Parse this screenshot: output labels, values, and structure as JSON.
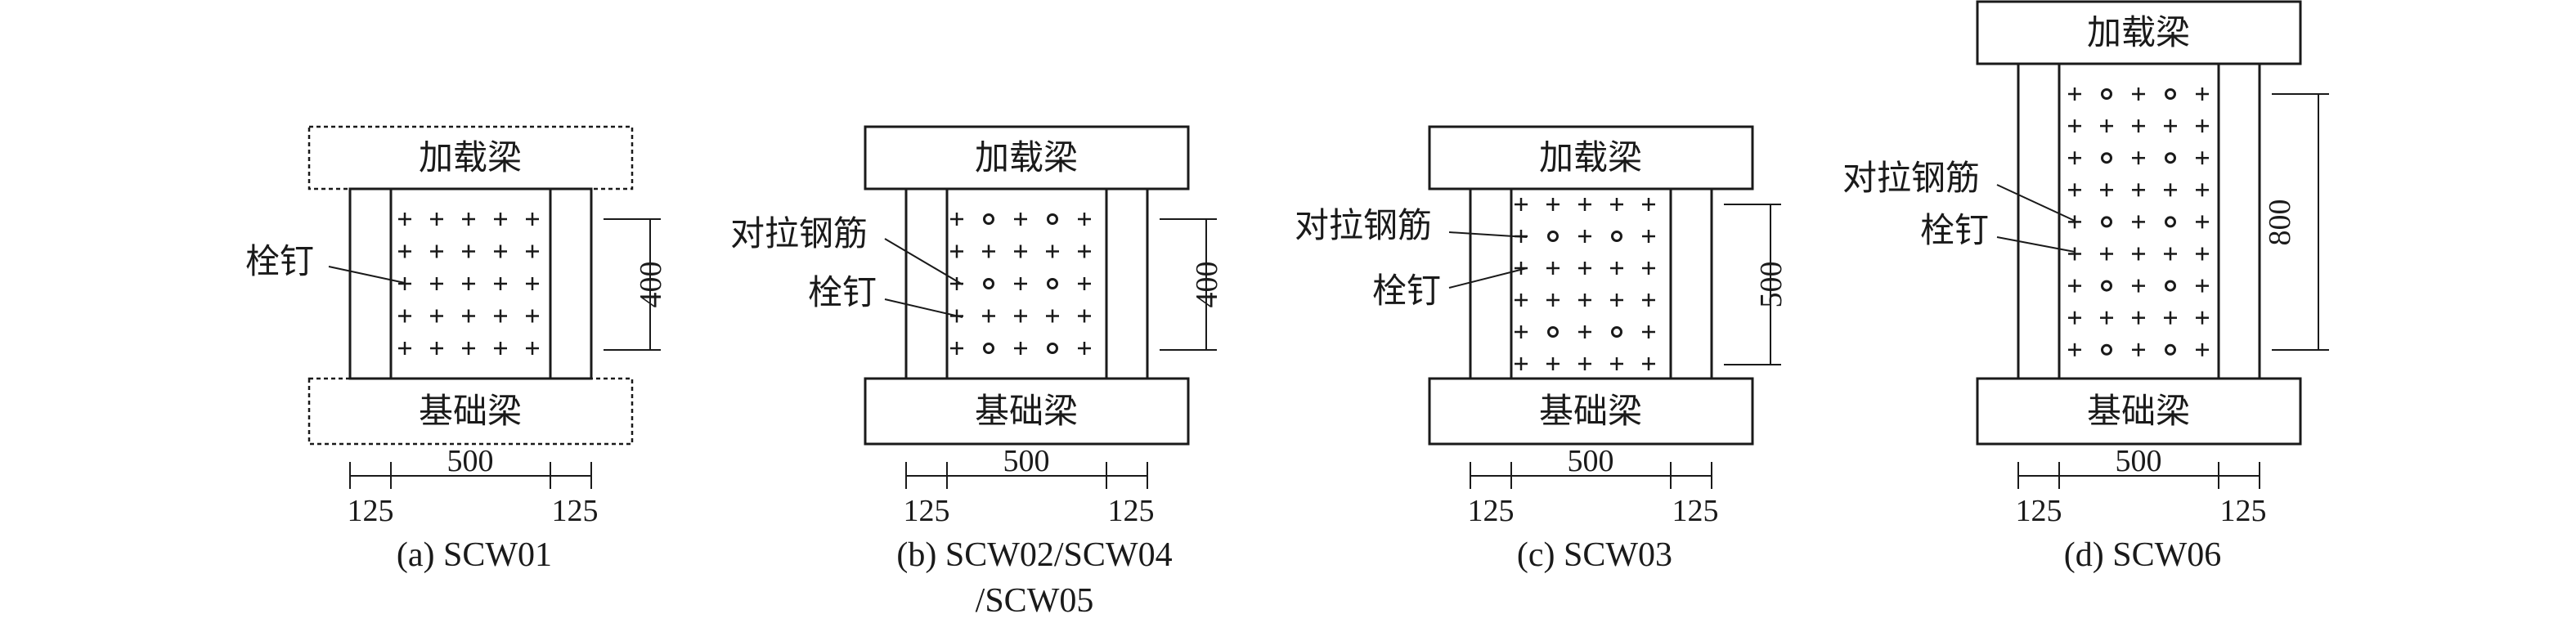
{
  "labels": {
    "loading_beam": "加载梁",
    "foundation_beam": "基础梁",
    "stud": "栓钉",
    "tie_bar": "对拉钢筋"
  },
  "dimensions": {
    "width_500": "500",
    "edge_125": "125",
    "height_400": "400",
    "height_500": "500",
    "height_800": "800"
  },
  "panels": [
    {
      "id": "a",
      "caption": "(a) SCW01"
    },
    {
      "id": "b",
      "caption_line1": "(b) SCW02/SCW04",
      "caption_line2": "/SCW05"
    },
    {
      "id": "c",
      "caption": "(c) SCW03"
    },
    {
      "id": "d",
      "caption": "(d) SCW06"
    }
  ]
}
